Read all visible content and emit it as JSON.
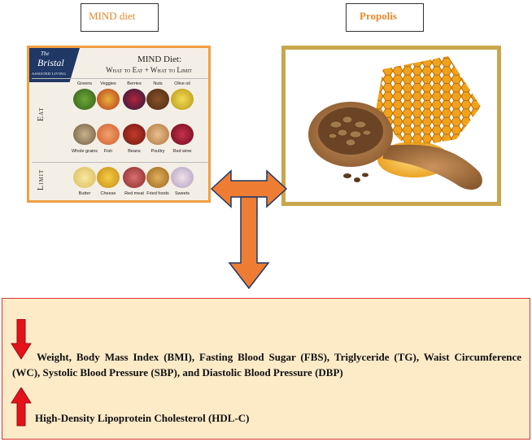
{
  "labels": {
    "mind": "MIND diet",
    "propolis": "Propolis"
  },
  "mind_card": {
    "logo_the": "The",
    "logo_name": "Bristal",
    "logo_tag": "ASSISTED LIVING",
    "title": "MIND Diet:",
    "subtitle": "What to Eat + What to Limit",
    "eat_label": "Eat",
    "limit_label": "Limit",
    "eat_row1": [
      "Greens",
      "Veggies",
      "Berries",
      "Nuts",
      "Olive oil"
    ],
    "eat_row2": [
      "Whole grains",
      "Fish",
      "Beans",
      "Poultry",
      "Red wine"
    ],
    "limit_row": [
      "Butter",
      "Cheese",
      "Red meat",
      "Fried foods",
      "Sweets"
    ]
  },
  "colors": {
    "arrow_fill": "#ee7d33",
    "arrow_stroke": "#1f3866",
    "panel_fill": "#fdebc8",
    "panel_border": "#d8352c",
    "indicator_red": "#e3121b"
  },
  "outcomes": {
    "decrease_text": "Weight, Body Mass Index (BMI), Fasting Blood Sugar (FBS), Triglyceride (TG), Waist Circumference (WC), Systolic Blood Pressure (SBP), and Diastolic Blood Pressure (DBP)",
    "decrease_icon": "down-arrow-icon",
    "increase_text": "High-Density Lipoprotein Cholesterol (HDL-C)",
    "increase_icon": "up-arrow-icon"
  }
}
